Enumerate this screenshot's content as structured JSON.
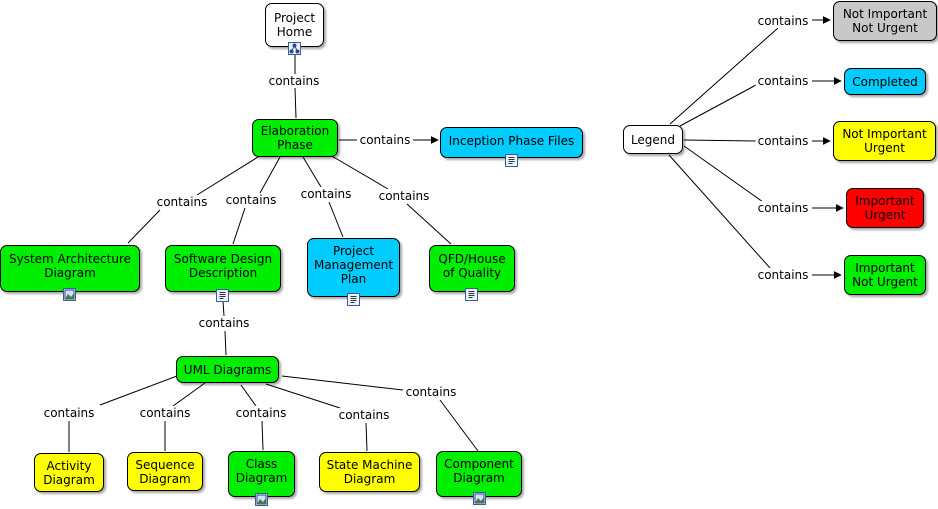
{
  "nodes": {
    "project_home": "Project\nHome",
    "elaboration": "Elaboration\nPhase",
    "inception": "Inception Phase Files",
    "sys_arch": "System Architecture\nDiagram",
    "sw_design": "Software Design\nDescription",
    "pm_plan": "Project\nManagement\nPlan",
    "qfd": "QFD/House\nof Quality",
    "uml": "UML Diagrams",
    "activity": "Activity\nDiagram",
    "sequence": "Sequence\nDiagram",
    "class": "Class\nDiagram",
    "state": "State Machine\nDiagram",
    "component": "Component\nDiagram",
    "legend": "Legend",
    "lg_nn": "Not Important\nNot Urgent",
    "lg_completed": "Completed",
    "lg_nu": "Not Important\nUrgent",
    "lg_iu": "Important\nUrgent",
    "lg_in": "Important\nNot Urgent"
  },
  "link_label": "contains",
  "colors": {
    "green": "#00ee00",
    "blue": "#00ccff",
    "yellow": "#ffff00",
    "gray": "#c8c8c8",
    "red": "#ff0000",
    "white": "#ffffff"
  },
  "icons": {
    "project_home": "cmap-icon",
    "inception": "document-icon",
    "sys_arch": "image-icon",
    "sw_design": "document-icon",
    "pm_plan": "document-icon",
    "qfd": "document-icon",
    "class": "image-icon",
    "component": "image-icon"
  }
}
